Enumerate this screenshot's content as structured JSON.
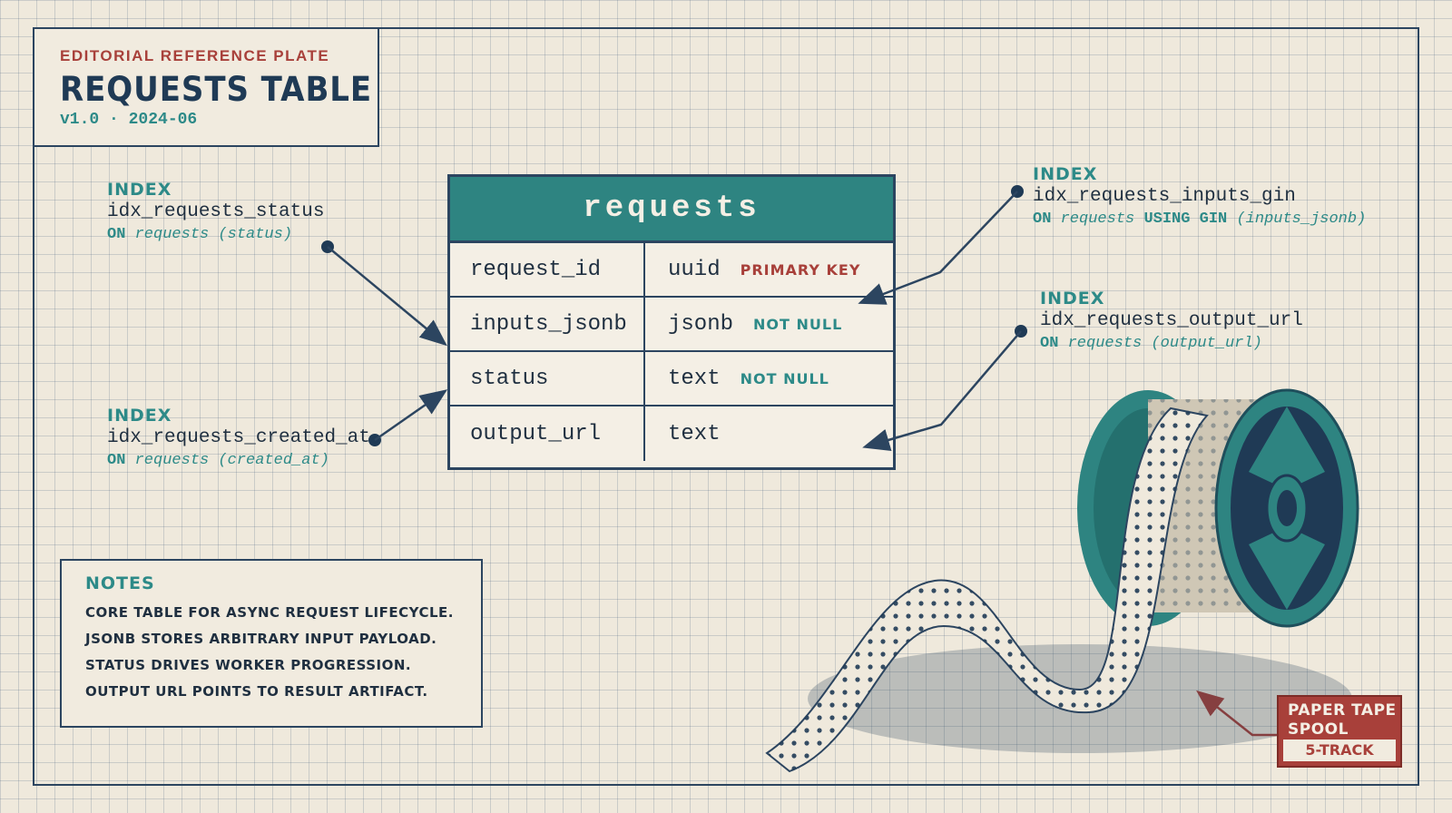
{
  "header": {
    "eyebrow": "EDITORIAL REFERENCE PLATE",
    "title": "REQUESTS TABLE",
    "version": "v1.0 · 2024-06"
  },
  "table": {
    "name": "requests",
    "rows": [
      {
        "column": "request_id",
        "type": "uuid",
        "constraint": "PRIMARY KEY",
        "constraint_color": "#a8403a"
      },
      {
        "column": "inputs_jsonb",
        "type": "jsonb",
        "constraint": "NOT NULL",
        "constraint_color": "#2d8a88"
      },
      {
        "column": "status",
        "type": "text",
        "constraint": "NOT NULL",
        "constraint_color": "#2d8a88"
      },
      {
        "column": "output_url",
        "type": "text",
        "constraint": "",
        "constraint_color": "#2d8a88"
      }
    ]
  },
  "indexes": {
    "status": {
      "label": "INDEX",
      "name": "idx_requests_status",
      "on": "ON",
      "target": "requests (status)"
    },
    "created_at": {
      "label": "INDEX",
      "name": "idx_requests_created_at",
      "on": "ON",
      "target": "requests (created_at)"
    },
    "inputs_gin": {
      "label": "INDEX",
      "name": "idx_requests_inputs_gin",
      "on": "ON",
      "target": "requests",
      "using": "USING GIN",
      "cols": "(inputs_jsonb)"
    },
    "output_url": {
      "label": "INDEX",
      "name": "idx_requests_output_url",
      "on": "ON",
      "target": "requests (output_url)"
    }
  },
  "notes": {
    "heading": "NOTES",
    "lines": [
      "CORE TABLE FOR ASYNC REQUEST LIFECYCLE.",
      "JSONB STORES ARBITRARY INPUT PAYLOAD.",
      "STATUS DRIVES WORKER PROGRESSION.",
      "OUTPUT URL POINTS TO RESULT ARTIFACT."
    ]
  },
  "callout": {
    "line1": "PAPER TAPE",
    "line2": "SPOOL",
    "line3": "5-TRACK"
  },
  "colors": {
    "accent": "#2e8481",
    "red": "#a8403a",
    "ink": "#2c4560",
    "paper": "#efe9dc"
  }
}
